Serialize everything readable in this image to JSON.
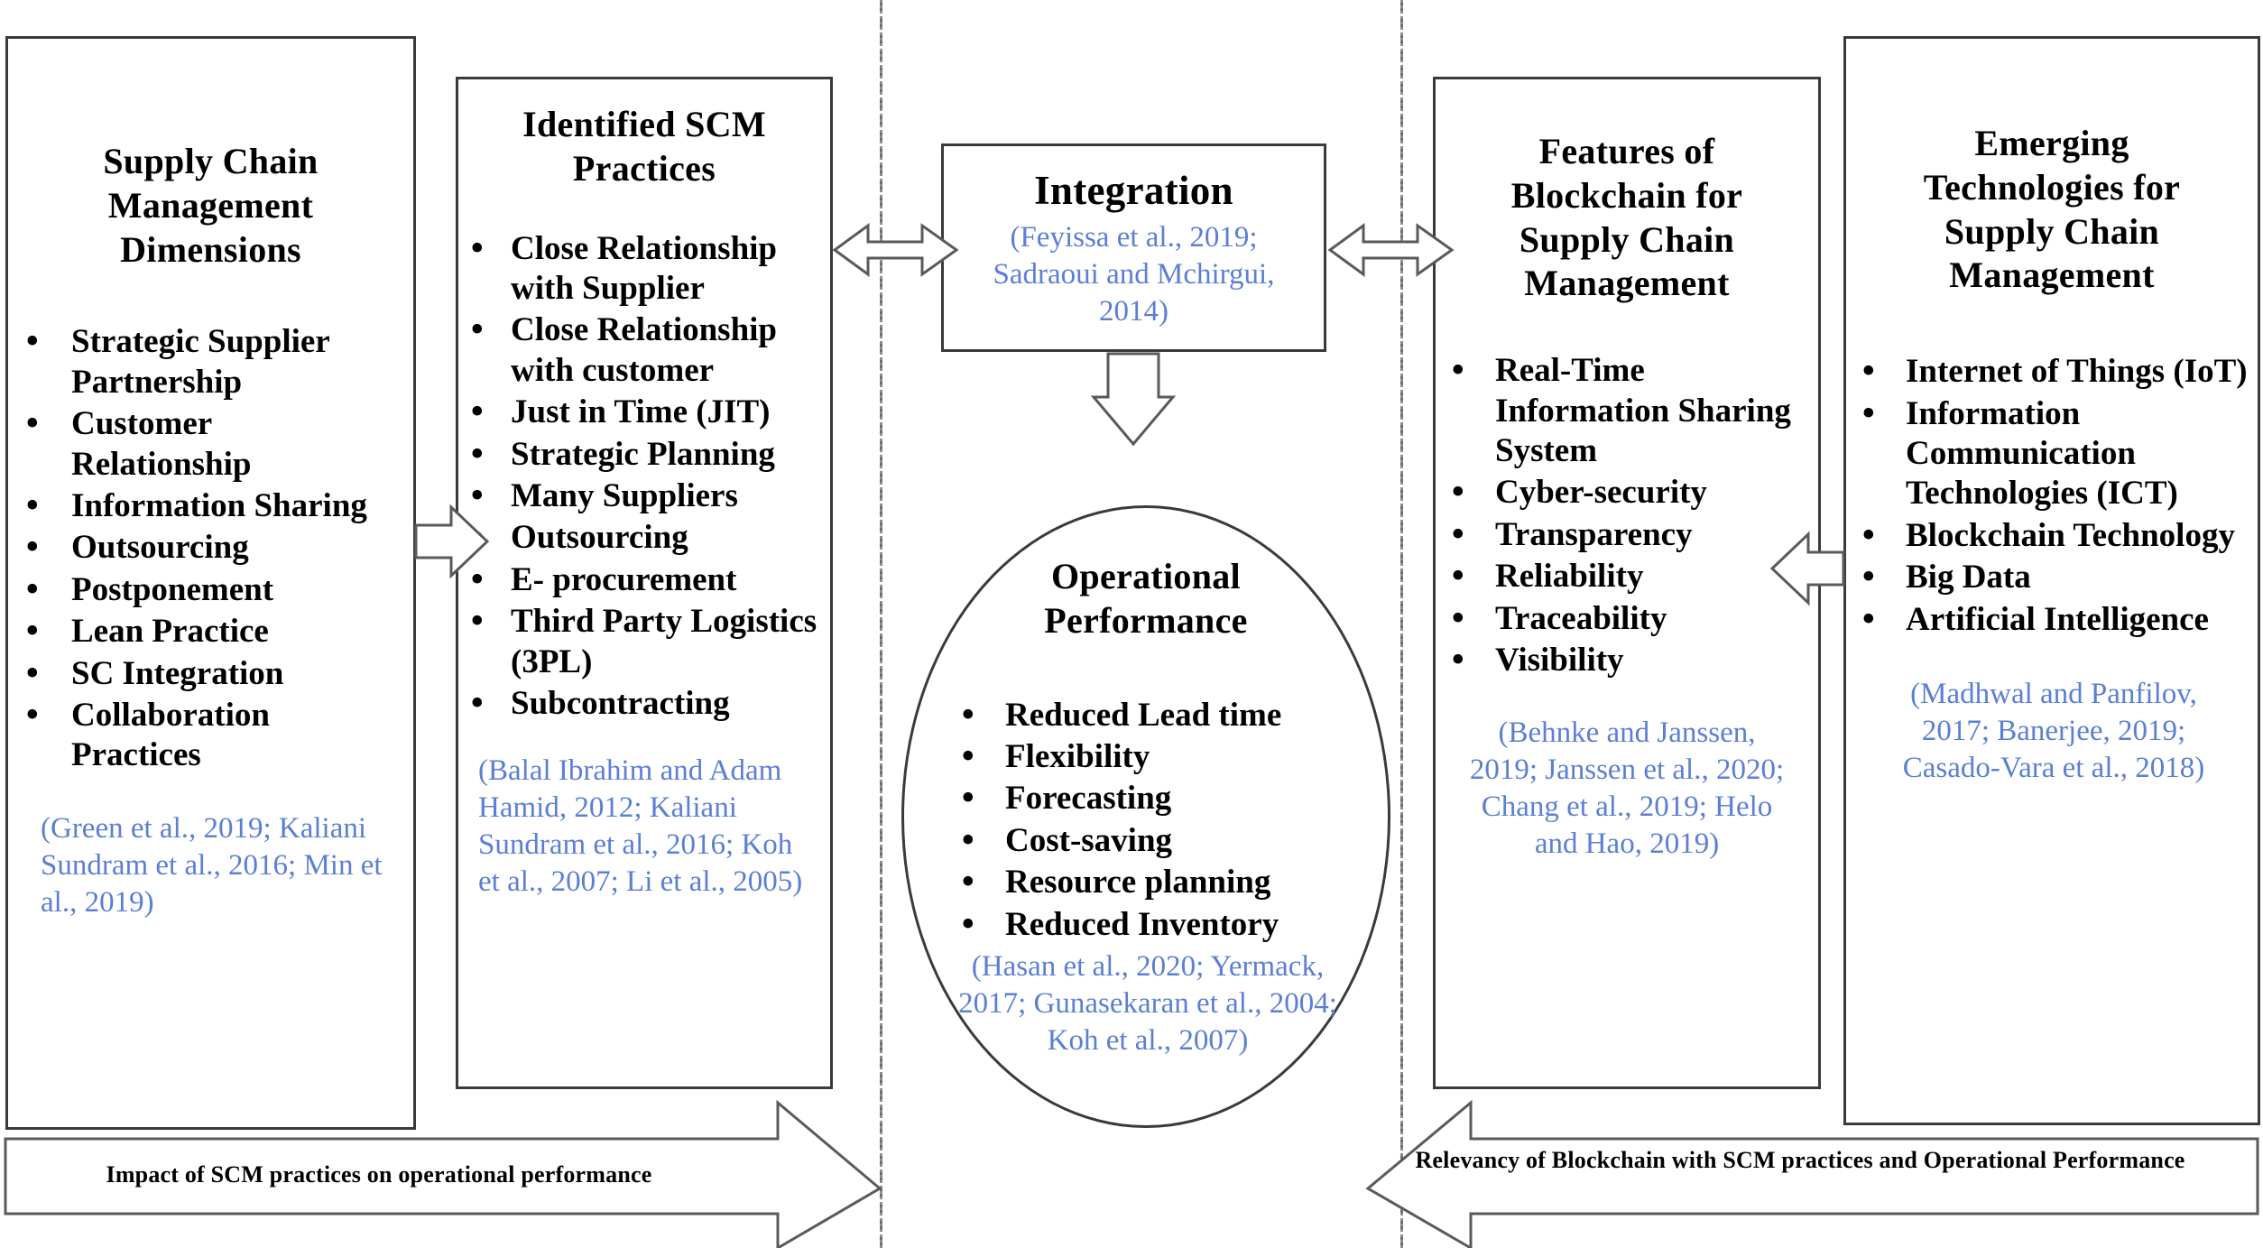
{
  "diagram": {
    "title": "Conceptual framework linking SCM practices, operational performance and blockchain",
    "accent_citation_color": "#5b7fd4",
    "line_color": "#3a3a3a"
  },
  "columns": {
    "scm_dimensions": {
      "title": "Supply Chain Management Dimensions",
      "items": [
        "Strategic Supplier Partnership",
        "Customer Relationship",
        "Information Sharing",
        "Outsourcing",
        "Postponement",
        "Lean Practice",
        "SC Integration",
        "Collaboration Practices"
      ],
      "citation": "(Green et al., 2019; Kaliani Sundram et al., 2016; Min et al., 2019)"
    },
    "scm_practices": {
      "title": "Identified  SCM Practices",
      "items": [
        "Close Relationship with Supplier",
        "Close Relationship with customer",
        "Just in Time (JIT)",
        "Strategic Planning",
        "Many Suppliers",
        "Outsourcing",
        "E- procurement",
        "Third Party Logistics (3PL)",
        "Subcontracting"
      ],
      "citation": "(Balal Ibrahim and Adam Hamid, 2012; Kaliani Sundram et al., 2016; Koh et al., 2007; Li et al., 2005)"
    },
    "integration": {
      "title": "Integration",
      "citation": "(Feyissa et al., 2019; Sadraoui and Mchirgui, 2014)"
    },
    "operational_performance": {
      "title": "Operational Performance",
      "items": [
        "Reduced Lead time",
        "Flexibility",
        "Forecasting",
        "Cost-saving",
        "Resource planning",
        "Reduced Inventory"
      ],
      "citation": "(Hasan et al., 2020; Yermack, 2017; Gunasekaran et al., 2004; Koh et al., 2007)"
    },
    "blockchain_features": {
      "title": "Features of Blockchain for Supply Chain Management",
      "items": [
        "Real-Time Information Sharing System",
        "Cyber-security",
        "Transparency",
        "Reliability",
        "Traceability",
        "Visibility"
      ],
      "citation": "(Behnke and Janssen, 2019; Janssen et al., 2020; Chang et al., 2019; Helo and Hao, 2019)"
    },
    "emerging_technologies": {
      "title": "Emerging Technologies for Supply Chain Management",
      "items": [
        "Internet of Things (IoT)",
        "Information Communication Technologies (ICT)",
        "Blockchain Technology",
        "Big Data",
        "Artificial Intelligence"
      ],
      "citation": "(Madhwal and Panfilov, 2017; Banerjee, 2019; Casado-Vara et al., 2018)"
    }
  },
  "banners": {
    "left": "Impact of SCM practices on operational performance",
    "right": "Relevancy of Blockchain with SCM practices and Operational Performance"
  }
}
